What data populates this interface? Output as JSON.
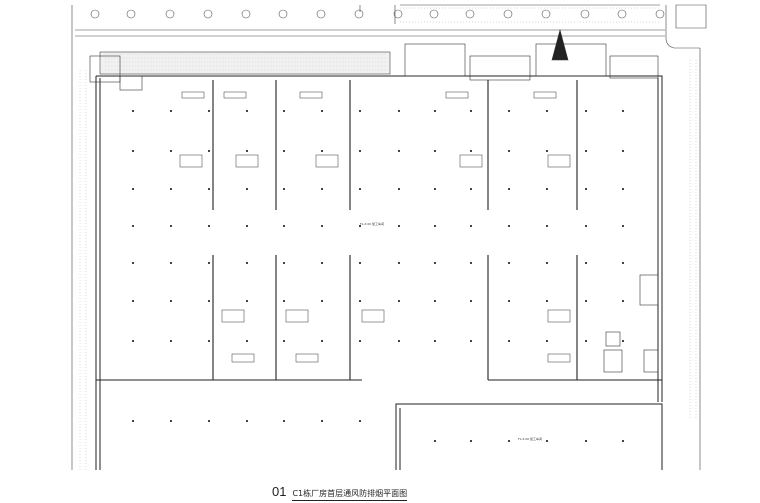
{
  "drawing": {
    "title_number": "01",
    "title": "C1栋厂房首层通风防排烟平面图",
    "room_labels": [
      "FL-3.00 加工车间",
      "FL-3.00 加工车间"
    ],
    "colors": {
      "line": "#333333",
      "grid": "#888888",
      "hatch": "#555555"
    }
  }
}
